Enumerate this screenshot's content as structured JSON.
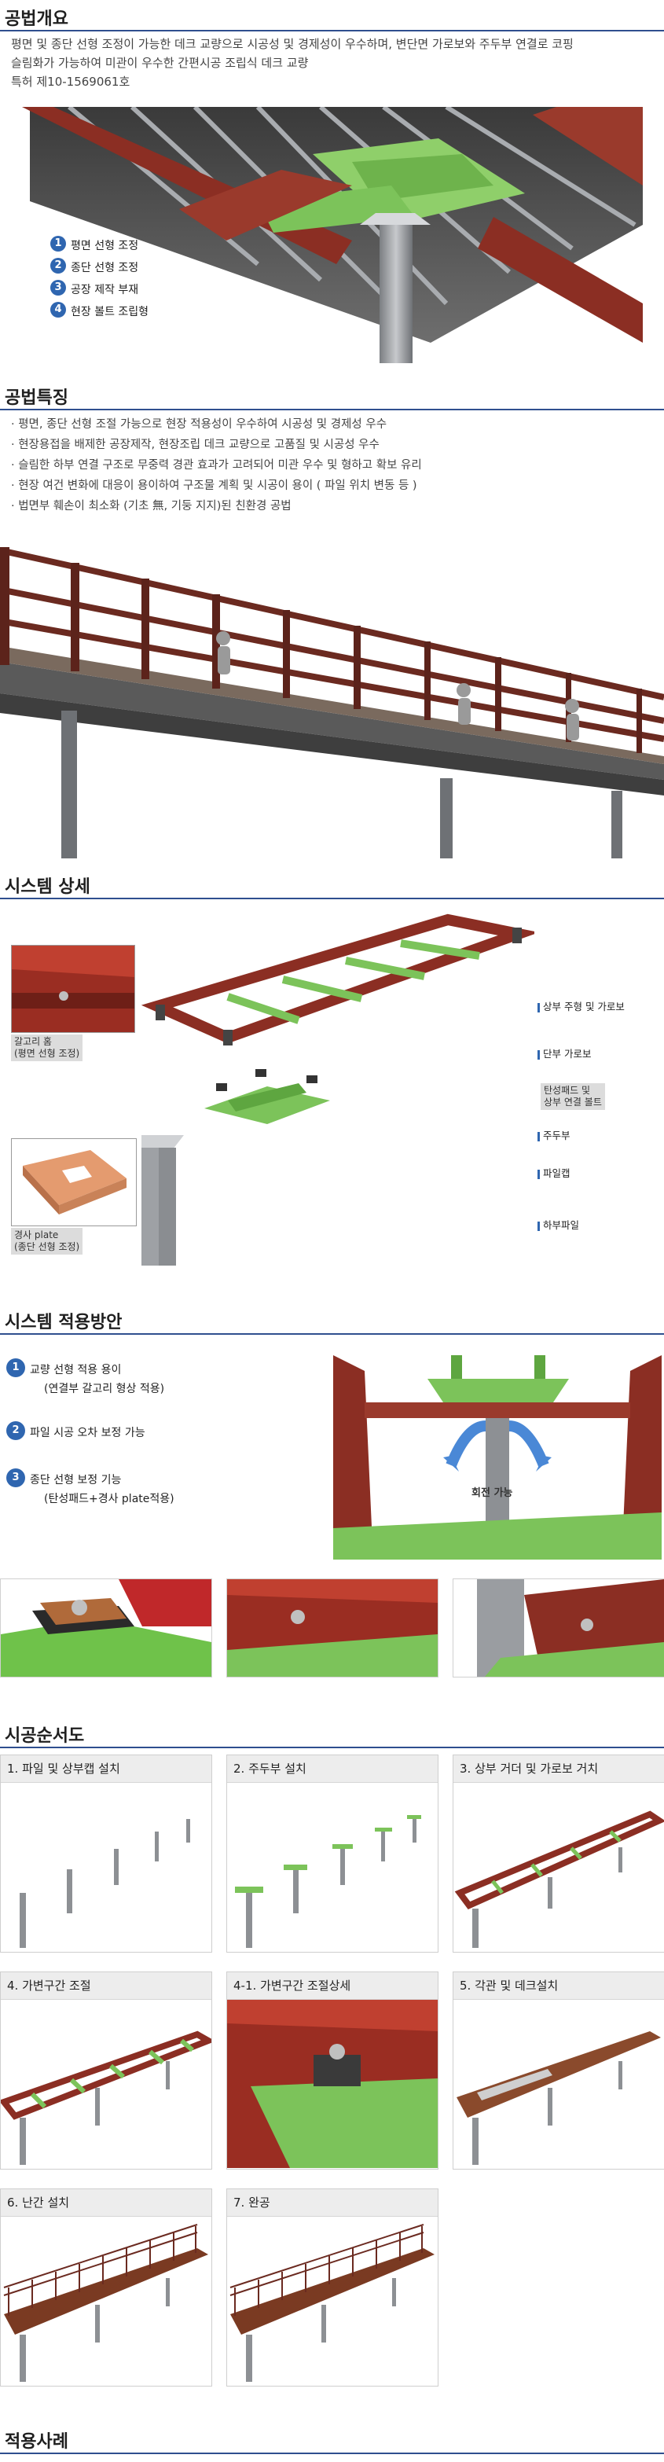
{
  "overview": {
    "title": "공법개요",
    "desc_line1": "평면 및 종단 선형 조정이 가능한 데크 교량으로 시공성 및 경제성이 우수하며, 변단면 가로보와 주두부 연결로 코핑",
    "desc_line2": "슬림화가 가능하여 미관이 우수한 간편시공 조립식 데크 교량",
    "patent": "특허 제10-1569061호",
    "badges": [
      {
        "num": "1",
        "label": "평면 선형 조정"
      },
      {
        "num": "2",
        "label": "종단 선형 조정"
      },
      {
        "num": "3",
        "label": "공장 제작 부재"
      },
      {
        "num": "4",
        "label": "현장 볼트 조립형"
      }
    ]
  },
  "features": {
    "title": "공법특징",
    "items": [
      "· 평면, 종단 선형 조절 가능으로 현장 적용성이 우수하여 시공성 및 경제성 우수",
      "· 현장용접을 배제한 공장제작, 현장조립 데크 교량으로 고품질 및 시공성 우수",
      "· 슬림한 하부 연결 구조로 무중력 경관 효과가 고려되어 미관 우수 및 형하고 확보 유리",
      "· 현장 여건 변화에 대응이 용이하여 구조물 계획 및 시공이 용이 ( 파일 위치 변동 등 )",
      "· 법면부 훼손이 최소화 (기초 無, 기둥 지지)된 친환경 공법"
    ]
  },
  "system_detail": {
    "title": "시스템 상세",
    "callouts": {
      "upper_girder": "상부 주형 및 가로보",
      "end_beam": "단부 가로보",
      "pad_bolt_1": "탄성패드 및",
      "pad_bolt_2": "상부 연결 볼트",
      "pier_head": "주두부",
      "pile_cap": "파일캡",
      "lower_pile": "하부파일"
    },
    "hook_label_1": "갈고리 홈",
    "hook_label_2": "(평면 선형 조정)",
    "plate_label_1": "경사 plate",
    "plate_label_2": "(종단 선형 조정)"
  },
  "application": {
    "title": "시스템 적용방안",
    "items": [
      {
        "num": "1",
        "line1": "교량 선형 적용 용이",
        "line2": "(연결부 갈고리 형상 적용)"
      },
      {
        "num": "2",
        "line1": "파일 시공 오차 보정 가능",
        "line2": ""
      },
      {
        "num": "3",
        "line1": "종단 선형 보정 기능",
        "line2": "(탄성패드+경사 plate적용)"
      }
    ],
    "rotate_label": "회전 가능"
  },
  "sequence": {
    "title": "시공순서도",
    "steps": [
      "1. 파일 및 상부캡 설치",
      "2. 주두부 설치",
      "3. 상부 거더 및 가로보 거치",
      "4. 가변구간 조절",
      "4-1. 가변구간 조절상세",
      "5. 각관 및 데크설치",
      "6. 난간 설치",
      "7. 완공"
    ]
  },
  "cases": {
    "title": "적용사례"
  },
  "colors": {
    "accent": "#2f66b0",
    "rule": "#2f4f8f",
    "girder": "#8b2e23",
    "green": "#7cc35a",
    "steel": "#8d9094"
  }
}
